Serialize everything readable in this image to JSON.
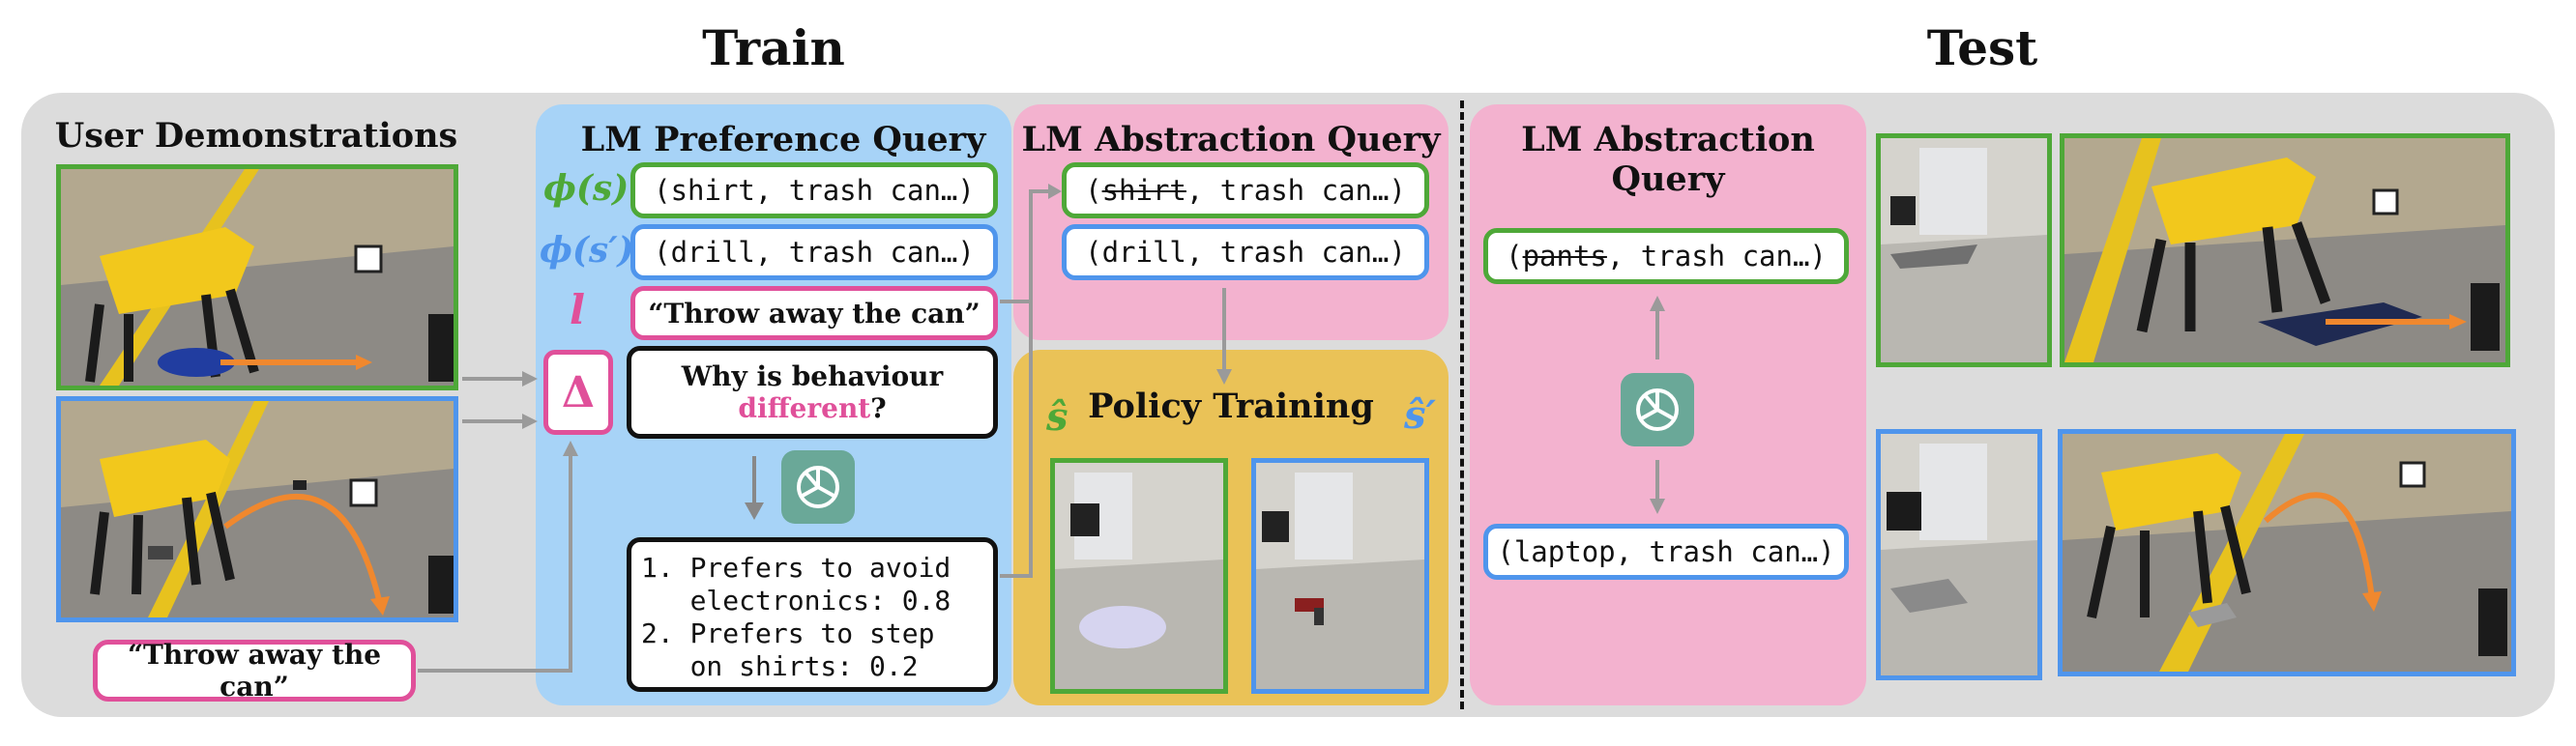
{
  "headers": {
    "train": "Train",
    "test": "Test"
  },
  "demo": {
    "title": "User Demonstrations",
    "instruction": "“Throw away the can”"
  },
  "preference": {
    "title": "LM Preference Query",
    "phi_s": "ϕ(s)",
    "phi_s_prime": "ϕ(s′)",
    "l_symbol": "l",
    "delta_symbol": "Δ",
    "tuple_s": "(shirt, trash can…)",
    "tuple_s_prime": "(drill, trash can…)",
    "instruction": "“Throw away the can”",
    "question_line1": "Why is behaviour",
    "question_word": "different",
    "question_mark": "?",
    "answer_lines": [
      "1. Prefers to avoid",
      "   electronics: 0.8",
      "2. Prefers to step",
      "   on shirts: 0.2"
    ]
  },
  "abstraction_train": {
    "title": "LM Abstraction Query",
    "struck_word": "shirt",
    "tuple_rest_1": ", trash can…)",
    "tuple_2": "(drill, trash can…)"
  },
  "policy": {
    "title": "Policy Training",
    "s_hat": "ŝ",
    "s_hat_prime": "ŝ′"
  },
  "abstraction_test": {
    "title": "LM Abstraction Query",
    "struck_word": "pants",
    "tuple_rest_1": ", trash can…)",
    "tuple_2": "(laptop, trash can…)"
  },
  "colors": {
    "green": "#4ea838",
    "blue": "#4f95ec",
    "pink": "#e0509a",
    "orange": "#f0882e",
    "gray_panel": "#dcdcdc",
    "blue_panel": "#a7d3f7",
    "pink_panel": "#f3b2cf",
    "yellow_panel": "#eac257",
    "icon_green": "#6aa898"
  },
  "icons": [
    "openai-logo-icon",
    "arrow-icon",
    "robot-photo"
  ]
}
